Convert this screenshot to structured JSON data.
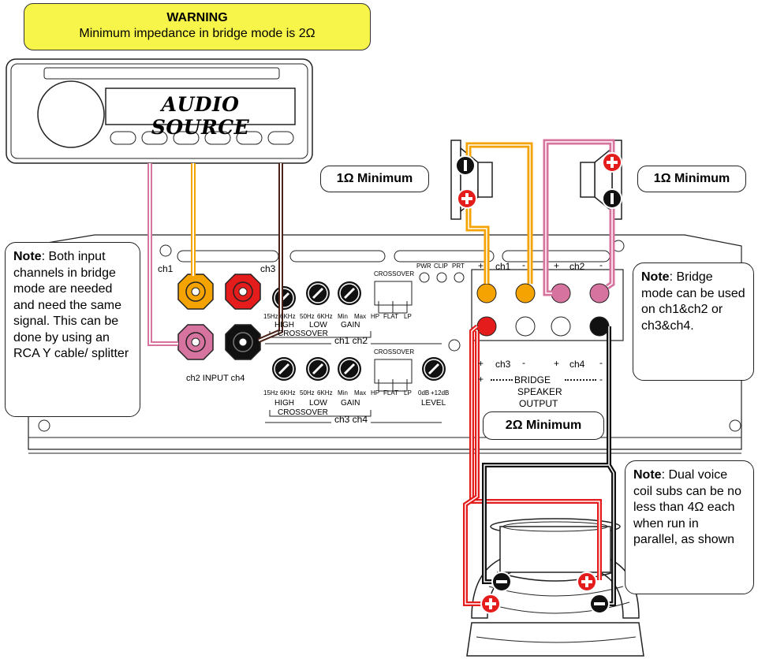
{
  "warning": {
    "title": "WARNING",
    "text": "Minimum impedance in bridge mode is 2Ω"
  },
  "source": {
    "label": "AUDIO SOURCE"
  },
  "impedance": {
    "left": "1Ω Minimum",
    "right": "1Ω Minimum",
    "bridge": "2Ω Minimum"
  },
  "notes": {
    "input": {
      "label": "Note",
      "text": ": Both input channels in bridge mode are needed and need the same signal.  This can be done by using an RCA Y cable/ splitter"
    },
    "bridge": {
      "label": "Note",
      "text": ":  Bridge mode can be used on ch1&ch2 or ch3&ch4."
    },
    "dvc": {
      "label": "Note",
      "text": ":  Dual voice coil subs can be no less than 4Ω each when run in parallel, as shown"
    }
  },
  "amp": {
    "ch1": "ch1",
    "ch3": "ch3",
    "ch2_input": "ch2 INPUT ch4",
    "crossover": "CROSSOVER",
    "pwr": "PWR",
    "clip": "CLIP",
    "prt": "PRT",
    "hz15": "15Hz",
    "khz6": "6KHz",
    "hz50": "50Hz",
    "min": "Min",
    "max": "Max",
    "high": "HIGH",
    "low": "LOW",
    "gain": "GAIN",
    "level": "LEVEL",
    "db0": "0dB",
    "db12": "+12dB",
    "hp": "HP",
    "flat": "FLAT",
    "lp": "LP",
    "ch1ch2": "ch1  ch2",
    "ch3ch4": "ch3  ch4",
    "out_ch1": "ch1",
    "out_ch2": "ch2",
    "out_ch3": "ch3",
    "out_ch4": "ch4",
    "plus": "+",
    "minus": "-",
    "bridge": "BRIDGE",
    "speaker": "SPEAKER",
    "output": "OUTPUT"
  },
  "colors": {
    "orange": "#f5a300",
    "pink": "#d6739e",
    "red": "#e51c1c",
    "black": "#111111",
    "yellow": "#f7f54a"
  }
}
